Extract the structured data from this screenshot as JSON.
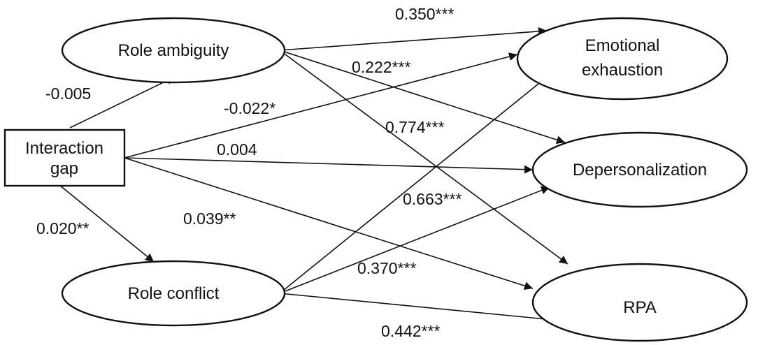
{
  "nodes": {
    "interaction_gap": [
      "Interaction",
      "gap"
    ],
    "role_ambiguity": "Role ambiguity",
    "role_conflict": "Role conflict",
    "emotional_exhaustion": [
      "Emotional",
      "exhaustion"
    ],
    "depersonalization": "Depersonalization",
    "rpa": "RPA"
  },
  "paths": [
    {
      "from": "interaction_gap",
      "to": "role_ambiguity",
      "label": "-0.005"
    },
    {
      "from": "interaction_gap",
      "to": "role_conflict",
      "label": "0.020**"
    },
    {
      "from": "interaction_gap",
      "to": "emotional_exhaustion",
      "label": "-0.022*"
    },
    {
      "from": "interaction_gap",
      "to": "depersonalization",
      "label": "0.004"
    },
    {
      "from": "interaction_gap",
      "to": "rpa",
      "label": "0.039**"
    },
    {
      "from": "role_ambiguity",
      "to": "emotional_exhaustion",
      "label": "0.350***"
    },
    {
      "from": "role_ambiguity",
      "to": "depersonalization",
      "label": "0.222***"
    },
    {
      "from": "role_ambiguity",
      "to": "rpa",
      "label": "0.774***"
    },
    {
      "from": "role_conflict",
      "to": "emotional_exhaustion",
      "label": "0.663***"
    },
    {
      "from": "role_conflict",
      "to": "depersonalization",
      "label": "0.370***"
    },
    {
      "from": "role_conflict",
      "to": "rpa",
      "label": "0.442***"
    }
  ]
}
